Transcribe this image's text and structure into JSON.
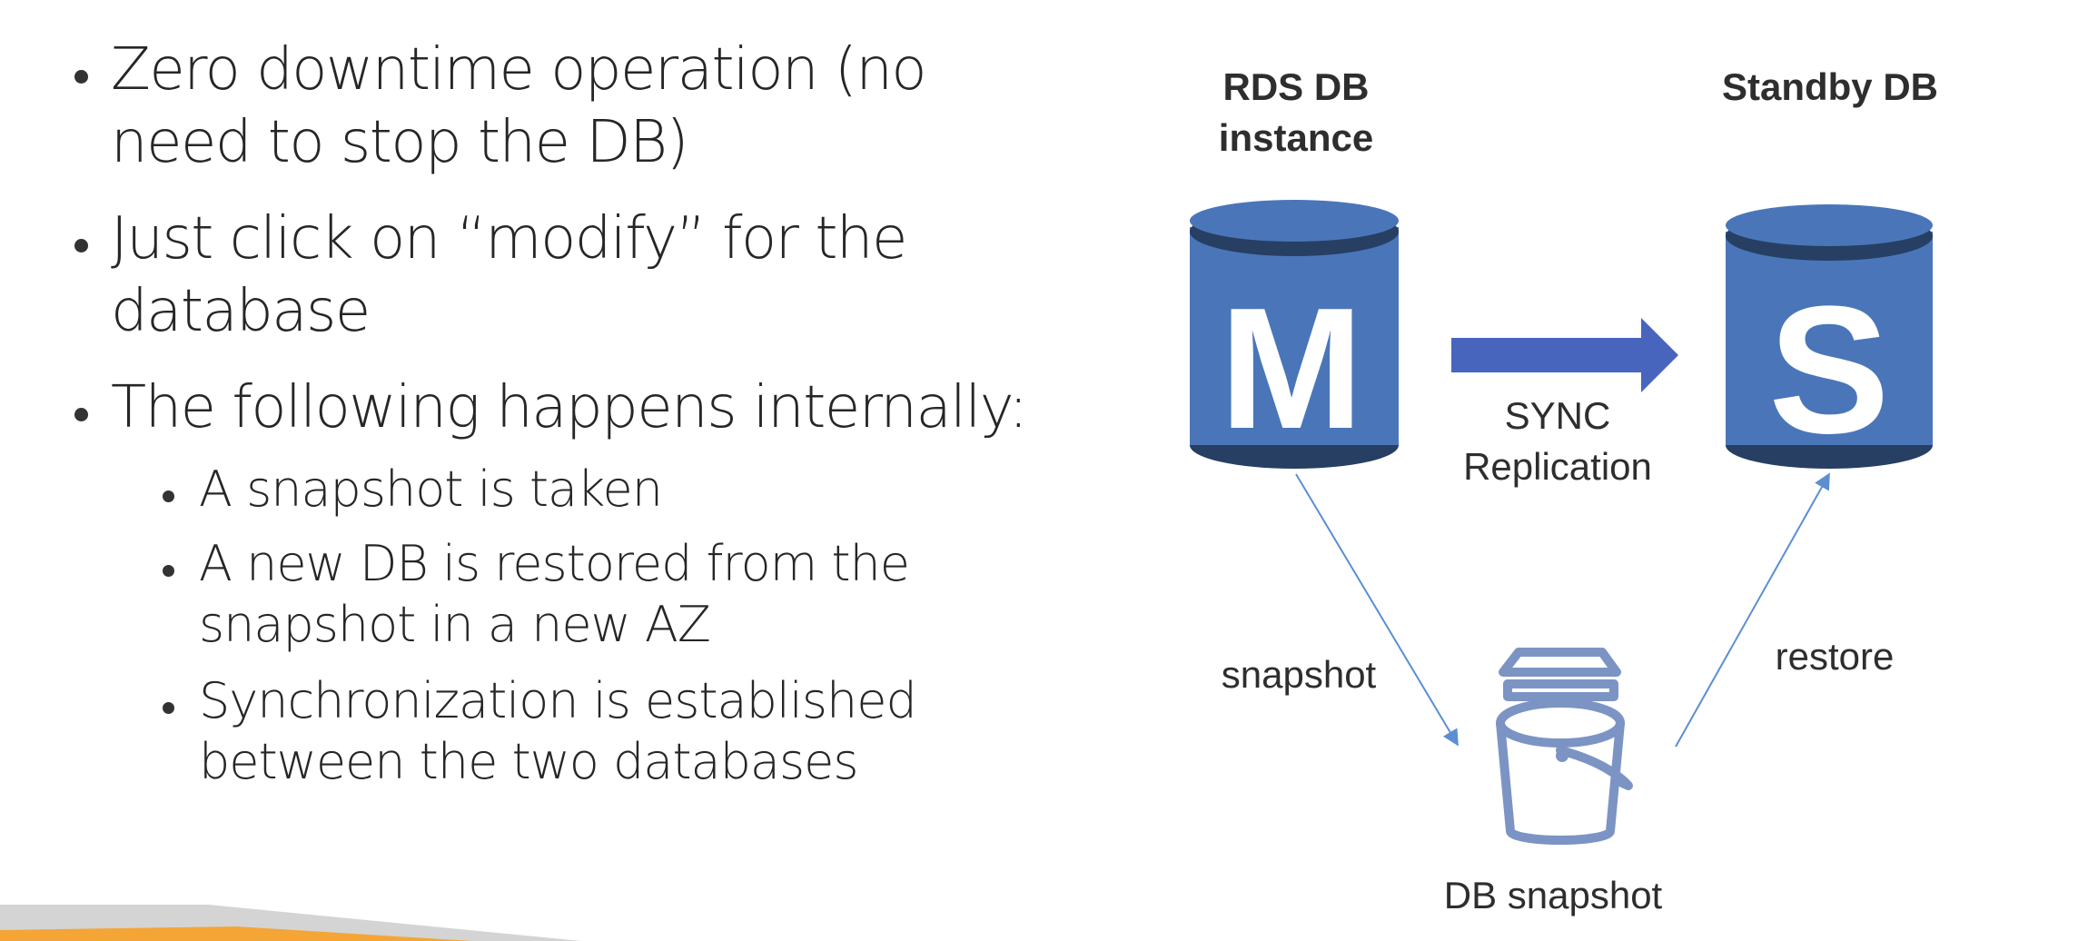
{
  "bullets": [
    {
      "lines": [
        "Zero downtime operation (no",
        "need to stop the DB)"
      ]
    },
    {
      "lines": [
        "Just click on “modify” for the",
        "database"
      ]
    },
    {
      "lines": [
        "The following happens internally:"
      ],
      "sub": [
        {
          "lines": [
            "A snapshot is taken"
          ]
        },
        {
          "lines": [
            "A new DB is restored from the",
            "snapshot in a new AZ"
          ]
        },
        {
          "lines": [
            "Synchronization is established",
            "between the two databases"
          ]
        }
      ]
    }
  ],
  "diagram": {
    "primary_label": "RDS DB instance",
    "primary_letter": "M",
    "standby_label": "Standby DB",
    "standby_letter": "S",
    "sync_label": "SYNC Replication",
    "snapshot_edge_label": "snapshot",
    "restore_edge_label": "restore",
    "bucket_label": "DB snapshot"
  },
  "colors": {
    "db_blue": "#4a76b9",
    "db_dark": "#263f63",
    "arrow_blue": "#4865bd",
    "bucket_blue": "#7c94c4",
    "line_blue": "#5b8ed3",
    "accent_orange": "#f4a536",
    "accent_gray": "#d4d4d4"
  }
}
